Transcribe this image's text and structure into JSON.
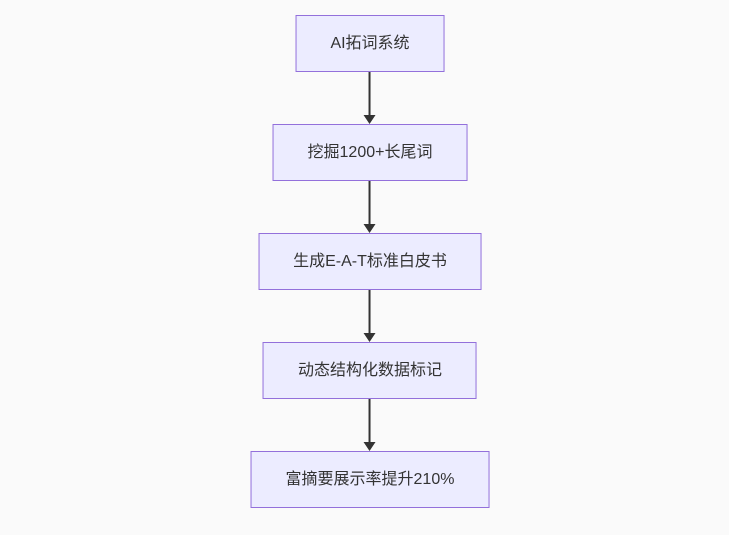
{
  "flow": {
    "direction": "top-down",
    "nodes": [
      {
        "label": "AI拓词系统"
      },
      {
        "label": "挖掘1200+长尾词"
      },
      {
        "label": "生成E-A-T标准白皮书"
      },
      {
        "label": "动态结构化数据标记"
      },
      {
        "label": "富摘要展示率提升210%"
      }
    ],
    "edges": [
      {
        "from": 0,
        "to": 1
      },
      {
        "from": 1,
        "to": 2
      },
      {
        "from": 2,
        "to": 3
      },
      {
        "from": 3,
        "to": 4
      }
    ]
  },
  "theme": {
    "background": "#fafafa",
    "node_fill": "#ECECFF",
    "node_border": "#9370DB",
    "node_text": "#333333",
    "arrow_color": "#333333"
  }
}
